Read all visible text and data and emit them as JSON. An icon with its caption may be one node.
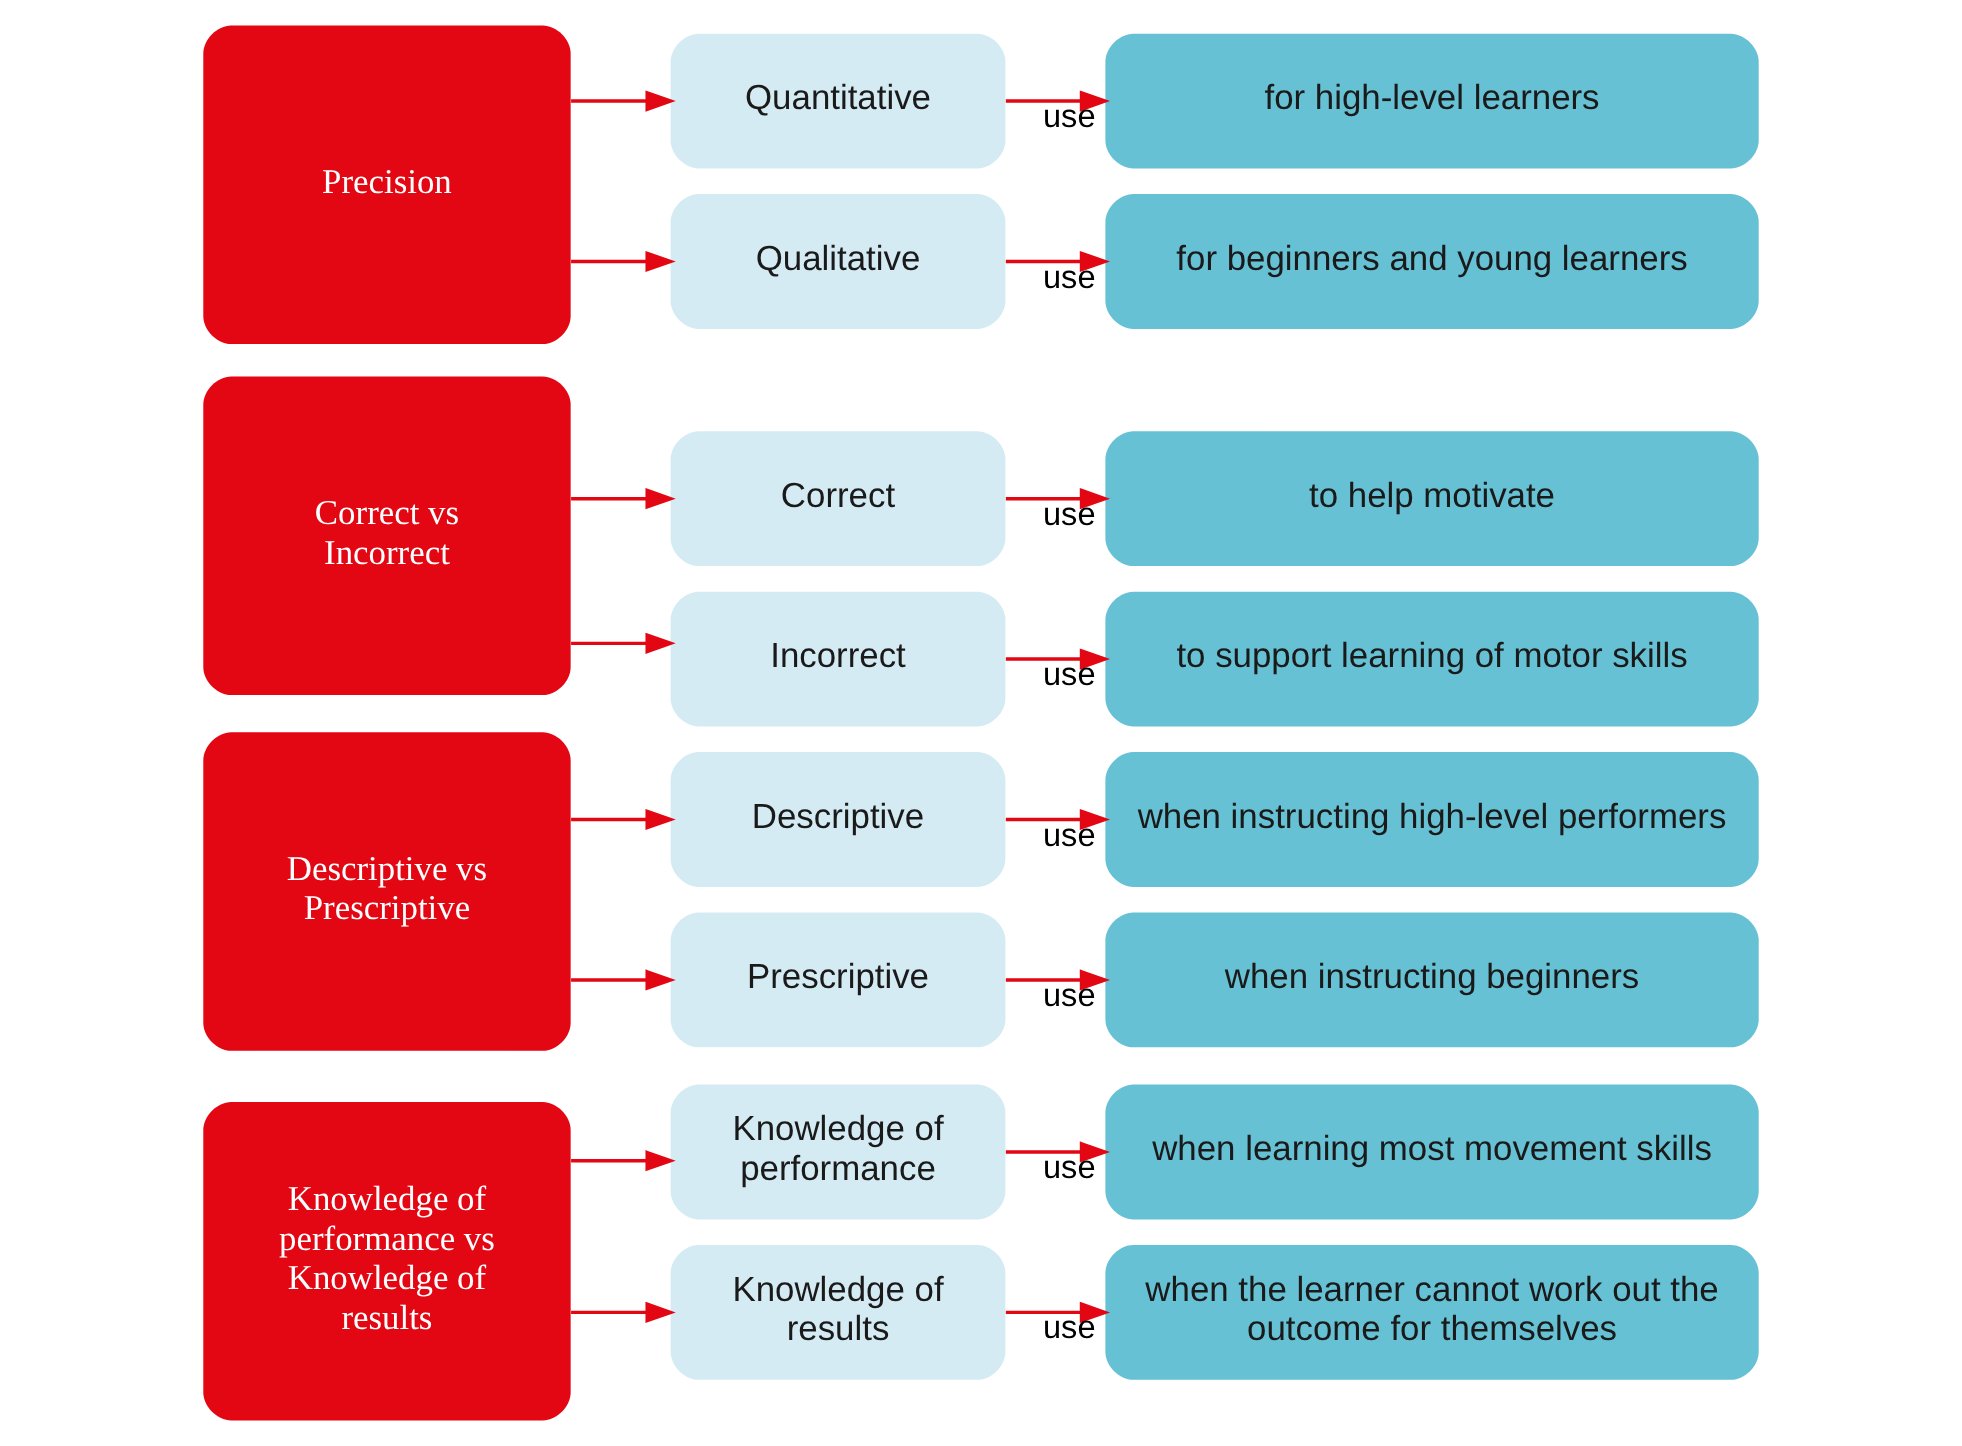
{
  "diagram": {
    "nodes": [
      {
        "text": [
          "Knowledge of performance vs Knowledge of results"
        ]
      },
      {
        "text": [
          "Knowledge of performance"
        ]
      },
      {
        "text": [
          "when learning most movement skills"
        ]
      },
      {
        "text": [
          "Knowledge of results"
        ]
      },
      {
        "text": [
          "when the learner cannot work out the outcome for themselves"
        ]
      },
      {
        "text": [
          "Descriptive vs Prescriptive"
        ]
      },
      {
        "text": [
          "Descriptive"
        ]
      },
      {
        "text": [
          "when instructing high-level performers"
        ]
      },
      {
        "text": [
          "Prescriptive"
        ]
      },
      {
        "text": [
          "when instructing beginners"
        ]
      },
      {
        "text": [
          "Correct vs Incorrect"
        ]
      },
      {
        "text": [
          "Correct"
        ]
      },
      {
        "text": [
          "to help motivate"
        ]
      },
      {
        "text": [
          "Incorrect"
        ]
      },
      {
        "text": [
          "to support learning of motor skills"
        ]
      },
      {
        "text": [
          "Precision"
        ]
      },
      {
        "text": [
          "Quantitative"
        ]
      },
      {
        "text": [
          "for high-level learners"
        ]
      },
      {
        "text": [
          "Qualitative"
        ]
      },
      {
        "text": [
          "for beginners and young learners"
        ]
      }
    ],
    "edges": [
      {
        "from": 0,
        "to": 1,
        "arrow": "to"
      },
      {
        "from": 0,
        "to": 3,
        "arrow": "to"
      },
      {
        "from": 1,
        "to": 2,
        "arrow": "to",
        "label": "use"
      },
      {
        "from": 3,
        "to": 4,
        "arrow": "to",
        "label": "use"
      },
      {
        "from": 5,
        "to": 6,
        "arrow": "to"
      },
      {
        "from": 5,
        "to": 8,
        "arrow": "to"
      },
      {
        "from": 6,
        "to": 7,
        "arrow": "to",
        "label": "use"
      },
      {
        "from": 8,
        "to": 9,
        "arrow": "to",
        "label": "use"
      },
      {
        "from": 10,
        "to": 11,
        "arrow": "to"
      },
      {
        "from": 10,
        "to": 13,
        "arrow": "to"
      },
      {
        "from": 11,
        "to": 12,
        "arrow": "to",
        "label": "use"
      },
      {
        "from": 13,
        "to": 14,
        "arrow": "to",
        "label": "use"
      },
      {
        "from": 15,
        "to": 16,
        "arrow": "to"
      },
      {
        "from": 15,
        "to": 18,
        "arrow": "to"
      },
      {
        "from": 16,
        "to": 17,
        "arrow": "to",
        "label": "use"
      },
      {
        "from": 18,
        "to": 19,
        "arrow": "to",
        "label": "use"
      }
    ]
  }
}
